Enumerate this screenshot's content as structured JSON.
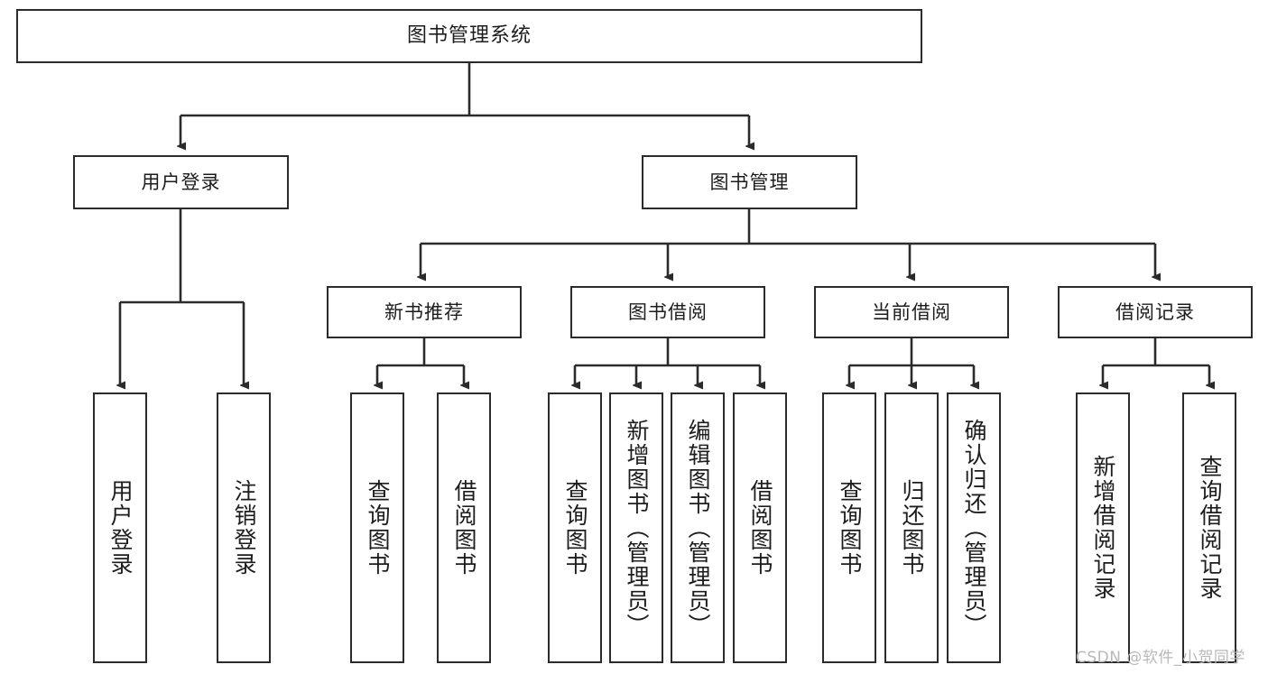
{
  "diagram": {
    "title": "图书管理系统",
    "type": "hierarchy-tree",
    "root": {
      "label": "图书管理系统"
    },
    "level1": [
      {
        "label": "用户登录"
      },
      {
        "label": "图书管理"
      }
    ],
    "level2": [
      {
        "label": "新书推荐"
      },
      {
        "label": "图书借阅"
      },
      {
        "label": "当前借阅"
      },
      {
        "label": "借阅记录"
      }
    ],
    "leaves": {
      "user_login": [
        {
          "label": "用户登录"
        },
        {
          "label": "注销登录"
        }
      ],
      "new_book_recommend": [
        {
          "label": "查询图书"
        },
        {
          "label": "借阅图书"
        }
      ],
      "book_borrow": [
        {
          "label": "查询图书"
        },
        {
          "label": "新增图书（管理员）"
        },
        {
          "label": "编辑图书（管理员）"
        },
        {
          "label": "借阅图书"
        }
      ],
      "current_borrow": [
        {
          "label": "查询图书"
        },
        {
          "label": "归还图书"
        },
        {
          "label": "确认归还（管理员）"
        }
      ],
      "borrow_record": [
        {
          "label": "新增借阅记录"
        },
        {
          "label": "查询借阅记录"
        }
      ]
    }
  },
  "watermark": {
    "text": "CSDN @软件_小贺同学"
  },
  "colors": {
    "stroke": "#2b2b2b",
    "background": "#ffffff",
    "text": "#1d1d1d",
    "watermark": "#b9b9b9"
  }
}
